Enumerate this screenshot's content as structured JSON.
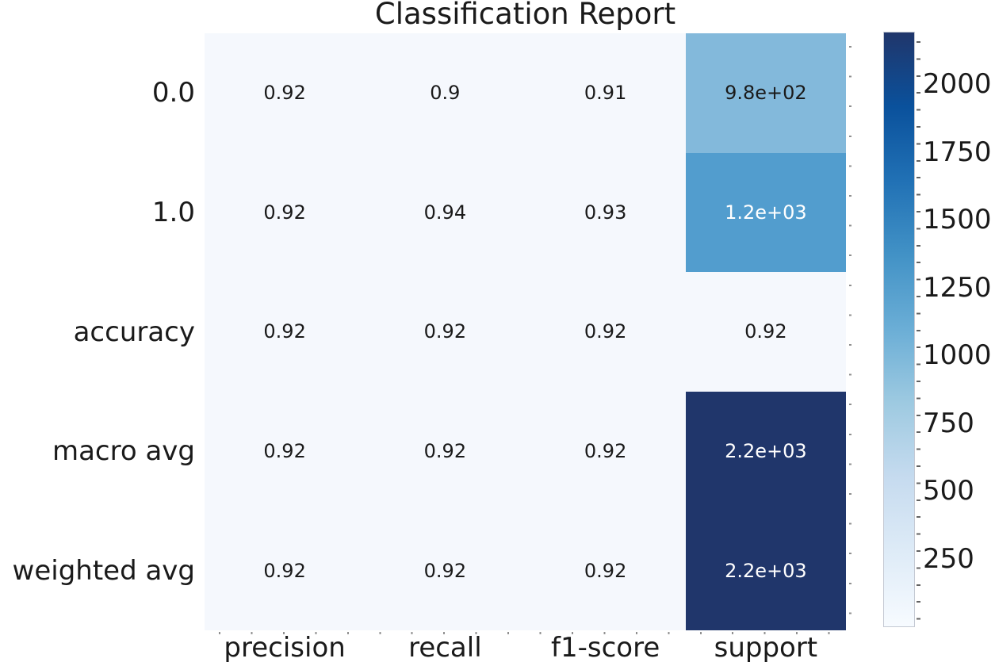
{
  "title": "Classification Report",
  "text_color": "#1a1a1a",
  "chart_data": {
    "type": "heatmap",
    "title": "Classification Report",
    "colormap": "Blues",
    "row_labels": [
      "0.0",
      "1.0",
      "accuracy",
      "macro avg",
      "weighted avg"
    ],
    "column_labels": [
      "precision",
      "recall",
      "f1-score",
      "support"
    ],
    "values": [
      [
        0.92,
        0.9,
        0.91,
        980
      ],
      [
        0.92,
        0.94,
        0.93,
        1200
      ],
      [
        0.92,
        0.92,
        0.92,
        0.92
      ],
      [
        0.92,
        0.92,
        0.92,
        2200
      ],
      [
        0.92,
        0.92,
        0.92,
        2200
      ]
    ],
    "annotations": [
      [
        "0.92",
        "0.9",
        "0.91",
        "9.8e+02"
      ],
      [
        "0.92",
        "0.94",
        "0.93",
        "1.2e+03"
      ],
      [
        "0.92",
        "0.92",
        "0.92",
        "0.92"
      ],
      [
        "0.92",
        "0.92",
        "0.92",
        "2.2e+03"
      ],
      [
        "0.92",
        "0.92",
        "0.92",
        "2.2e+03"
      ]
    ],
    "cell_colors": [
      [
        "#f5f8fd",
        "#f5f8fd",
        "#f5f8fd",
        "#83b9db"
      ],
      [
        "#f5f8fd",
        "#f5f8fd",
        "#f5f8fd",
        "#529dce"
      ],
      [
        "#f5f8fd",
        "#f5f8fd",
        "#f5f8fd",
        "#f5f8fd"
      ],
      [
        "#f5f8fd",
        "#f5f8fd",
        "#f5f8fd",
        "#20366b"
      ],
      [
        "#f5f8fd",
        "#f5f8fd",
        "#f5f8fd",
        "#20366b"
      ]
    ],
    "text_colors": [
      [
        "#1a1a1a",
        "#1a1a1a",
        "#1a1a1a",
        "#1a1a1a"
      ],
      [
        "#1a1a1a",
        "#1a1a1a",
        "#1a1a1a",
        "#ffffff"
      ],
      [
        "#1a1a1a",
        "#1a1a1a",
        "#1a1a1a",
        "#1a1a1a"
      ],
      [
        "#1a1a1a",
        "#1a1a1a",
        "#1a1a1a",
        "#ffffff"
      ],
      [
        "#1a1a1a",
        "#1a1a1a",
        "#1a1a1a",
        "#ffffff"
      ]
    ],
    "grid": false,
    "legend_position": "colorbar-right",
    "colorbar": {
      "vmin": 0.9,
      "vmax": 2191,
      "tick_values": [
        2000,
        1750,
        1500,
        1250,
        1000,
        750,
        500,
        250
      ],
      "tick_labels": [
        "2000",
        "1750",
        "1500",
        "1250",
        "1000",
        "750",
        "500",
        "250"
      ],
      "gradient_top_to_bottom": [
        "#20366b",
        "#0a519c",
        "#2171b5",
        "#4292c6",
        "#6baed6",
        "#9ecae1",
        "#c6dbef",
        "#deebf7",
        "#f7fbff"
      ]
    }
  }
}
